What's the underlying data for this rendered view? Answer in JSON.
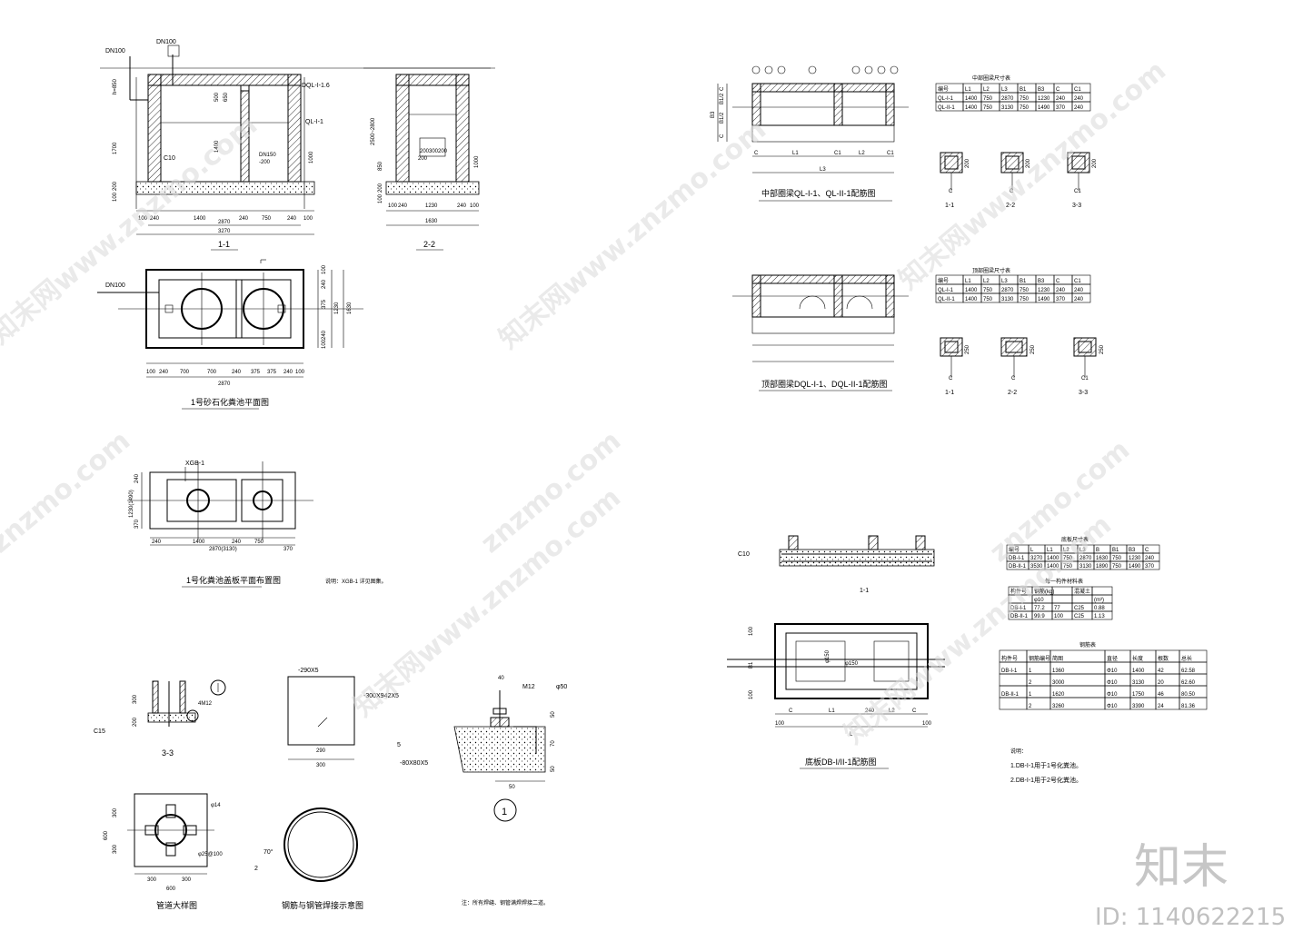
{
  "watermarks": {
    "site": "znzmo.com",
    "site_full": "知末网www.znzmo.com",
    "logo": "知末",
    "id_label": "ID: 1140622215"
  },
  "section_1_1": {
    "title": "1-1",
    "labels": [
      "DN100",
      "DN100",
      "DQL-I-1.6",
      "QL-I-1",
      "C10",
      "DN150",
      "-200"
    ],
    "dims_bottom": [
      "100",
      "240",
      "1400",
      "240",
      "750",
      "240",
      "100"
    ],
    "dims_total": [
      "2870",
      "3270"
    ],
    "dims_left": [
      "h=850",
      "1700",
      "200",
      "100"
    ],
    "dims_right": [
      "1000"
    ],
    "dims_inner": [
      "500",
      "1400",
      "650"
    ]
  },
  "section_2_2": {
    "title": "2-2",
    "dims_bottom": [
      "100",
      "240",
      "200",
      "1230",
      "240",
      "100"
    ],
    "dims_total": [
      "1630"
    ],
    "dims_left": [
      "2500~2800",
      "850",
      "200",
      "100"
    ],
    "dims_right": [
      "1000"
    ],
    "dims_inner": [
      "200",
      "300",
      "200"
    ]
  },
  "plan_1": {
    "title": "1号砂石化粪池平面图",
    "labels": [
      "DN100"
    ],
    "dims_bottom": [
      "100",
      "240",
      "700",
      "700",
      "240",
      "375",
      "375",
      "240",
      "100"
    ],
    "dims_total": [
      "2870"
    ],
    "dims_right": [
      "100",
      "240",
      "375",
      "1230",
      "1630",
      "240",
      "100"
    ]
  },
  "plan_cover": {
    "title": "1号化粪池盖板平面布置图",
    "label": "XGB-1",
    "note": "说明：XGB-1 详见图集。",
    "dims_bottom": [
      "240",
      "1400",
      "240",
      "750",
      "370"
    ],
    "dims_total": [
      "2870(3130)"
    ],
    "dims_left": [
      "240",
      "1230(1490)",
      "370"
    ]
  },
  "detail_3_3": {
    "title": "3-3",
    "labels": [
      "C15",
      "4M12"
    ],
    "dims": [
      "300",
      "200"
    ]
  },
  "detail_plan": {
    "title": "管道大样图",
    "labels": [
      "φ14",
      "φ25@100"
    ],
    "dims": [
      "300",
      "300",
      "600",
      "300",
      "300",
      "600"
    ]
  },
  "detail_plate": {
    "labels": [
      "-290X5",
      "-300X942X5"
    ],
    "dims": [
      "290",
      "300"
    ]
  },
  "detail_ring": {
    "title": "钢筋与钢管焊接示意图",
    "labels": [
      "70°",
      "2"
    ]
  },
  "detail_1": {
    "title": "1",
    "labels": [
      "M12",
      "φ50",
      "-80X80X5",
      "5"
    ],
    "dims": [
      "40",
      "50",
      "70",
      "50",
      "50"
    ],
    "note": "注：所有焊缝、钢管满焊焊接二道。"
  },
  "beam_mid": {
    "title": "中部圈梁QL-I-1、QL-II-1配筋图",
    "dims_bottom": [
      "C",
      "L1",
      "C1",
      "L2",
      "C1",
      "L3"
    ],
    "dims_left": [
      "C",
      "B1/2",
      "B3",
      "B1/2",
      "C"
    ],
    "table_title": "中部圈梁尺寸表",
    "table_headers": [
      "编号",
      "L1",
      "L2",
      "L3",
      "B1",
      "B3",
      "C",
      "C1"
    ],
    "table_rows": [
      [
        "QL-I-1",
        "1400",
        "750",
        "2870",
        "750",
        "1230",
        "240",
        "240"
      ],
      [
        "QL-II-1",
        "1400",
        "750",
        "3130",
        "750",
        "1490",
        "370",
        "240"
      ]
    ],
    "sections": [
      "1-1",
      "2-2",
      "3-3"
    ],
    "section_dims": [
      "200",
      "200",
      "200",
      "C",
      "C",
      "C1"
    ]
  },
  "beam_top": {
    "title": "顶部圈梁DQL-I-1、DQL-II-1配筋图",
    "table_title": "顶部圈梁尺寸表",
    "table_headers": [
      "编号",
      "L1",
      "L2",
      "L3",
      "B1",
      "B3",
      "C",
      "C1"
    ],
    "table_rows": [
      [
        "QL-I-1",
        "1400",
        "750",
        "2870",
        "750",
        "1230",
        "240",
        "240"
      ],
      [
        "QL-II-1",
        "1400",
        "750",
        "3130",
        "750",
        "1490",
        "370",
        "240"
      ]
    ],
    "sections": [
      "1-1",
      "2-2",
      "3-3"
    ],
    "section_dims": [
      "250",
      "250",
      "250",
      "C",
      "C",
      "C1"
    ]
  },
  "base_slab": {
    "title": "底板DB-I/II-1配筋图",
    "section_title": "1-1",
    "labels": [
      "C10",
      "φ150",
      "φ150"
    ],
    "dims_bottom": [
      "100",
      "C",
      "L1",
      "240",
      "L2",
      "C",
      "100",
      "L"
    ],
    "dims_left": [
      "100",
      "B1",
      "100"
    ],
    "size_table_title": "底板尺寸表",
    "size_headers": [
      "编号",
      "L",
      "L1",
      "L2",
      "L3",
      "B",
      "B1",
      "B3",
      "C"
    ],
    "size_rows": [
      [
        "DB-I-1",
        "3270",
        "1400",
        "750",
        "2870",
        "1630",
        "750",
        "1230",
        "240"
      ],
      [
        "DB-II-1",
        "3530",
        "1400",
        "750",
        "3130",
        "1890",
        "750",
        "1490",
        "370"
      ]
    ],
    "mat_table_title": "每一构件材料表",
    "mat_headers": [
      "构件号",
      "钢筋(kg)",
      "",
      "混凝土",
      ""
    ],
    "mat_sub": [
      "",
      "φ10",
      "",
      "",
      "(m³)"
    ],
    "mat_rows": [
      [
        "DB-I-1",
        "77.2",
        "77",
        "C25",
        "0.88"
      ],
      [
        "DB-II-1",
        "99.9",
        "100",
        "C25",
        "1.13"
      ]
    ],
    "rebar_table_title": "钢筋表",
    "rebar_headers": [
      "构件号",
      "钢筋编号",
      "简图",
      "直径",
      "长度",
      "根数",
      "总长"
    ],
    "rebar_rows": [
      [
        "DB-I-1",
        "1",
        "1360",
        "Φ10",
        "1400",
        "42",
        "62.58"
      ],
      [
        "",
        "2",
        "3000",
        "Φ10",
        "3130",
        "20",
        "62.60"
      ],
      [
        "DB-II-1",
        "1",
        "1620",
        "Φ10",
        "1750",
        "46",
        "80.50"
      ],
      [
        "",
        "2",
        "3260",
        "Φ10",
        "3390",
        "24",
        "81.36"
      ]
    ],
    "notes_title": "说明：",
    "notes": [
      "1.DB-I-1用于1号化粪池。",
      "2.DB-I-1用于2号化粪池。"
    ]
  }
}
